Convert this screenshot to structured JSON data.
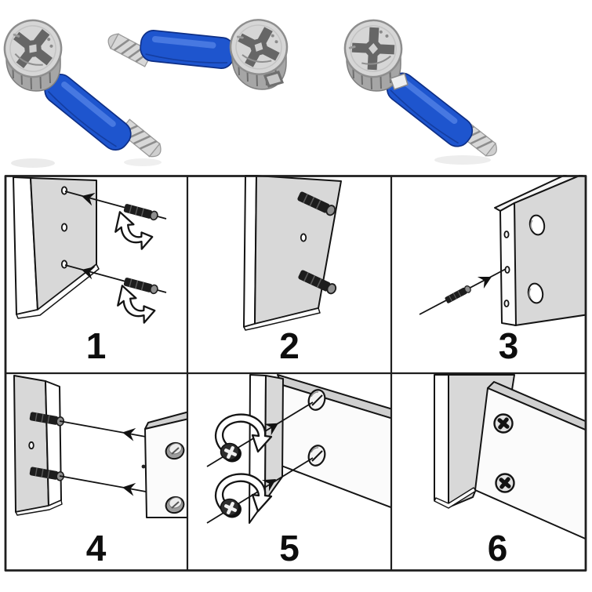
{
  "steps": [
    {
      "label": "1"
    },
    {
      "label": "2"
    },
    {
      "label": "3"
    },
    {
      "label": "4"
    },
    {
      "label": "5"
    },
    {
      "label": "6"
    }
  ],
  "colors": {
    "dowel_blue": "#1e55ce",
    "dowel_blue_light": "#4f7fe4",
    "dowel_blue_dark": "#0e2f86",
    "metal_silver": "#d4d4d4",
    "metal_shade": "#a6a6a6",
    "board_gray": "#d8d8d8",
    "board_white": "#fbfbfb",
    "outline_black": "#141414",
    "background": "#ffffff"
  },
  "product_photo": {
    "items": [
      "cam-lock-nut-with-dowel-left-icon",
      "dowel-bolt-with-cam-lock-middle-icon",
      "cam-lock-nut-with-dowel-right-icon"
    ]
  }
}
